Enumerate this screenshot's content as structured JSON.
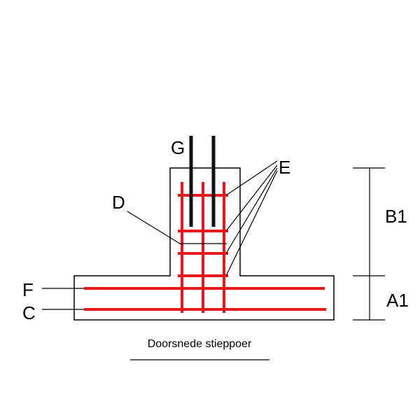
{
  "labels": {
    "G": "G",
    "E": "E",
    "D": "D",
    "F": "F",
    "C": "C",
    "B1": "B1",
    "A1": "A1"
  },
  "caption": "Doorsnede stieppoer",
  "colors": {
    "outline": "#000000",
    "rebar": "#e8191c",
    "starter_bar": "#111111",
    "background": "#ffffff"
  }
}
